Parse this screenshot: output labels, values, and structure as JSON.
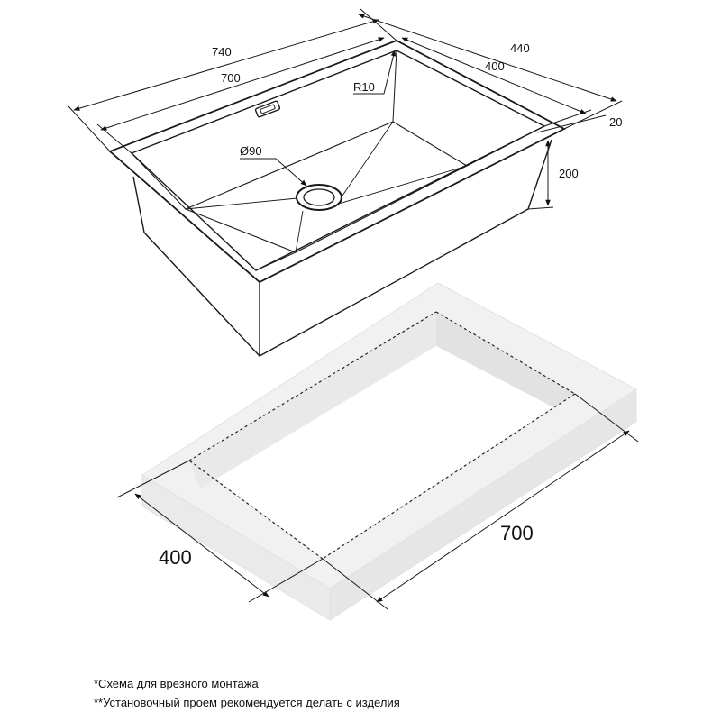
{
  "sink": {
    "overall_length": "740",
    "bowl_length": "700",
    "overall_width": "440",
    "bowl_width": "400",
    "corner_radius": "R10",
    "drain_diameter": "Ø90",
    "depth": "200",
    "flange": "20"
  },
  "cutout": {
    "length": "700",
    "width": "400"
  },
  "notes": {
    "line1": "*Схема для врезного монтажа",
    "line2": "**Установочный проем рекомендуется делать с изделия"
  }
}
